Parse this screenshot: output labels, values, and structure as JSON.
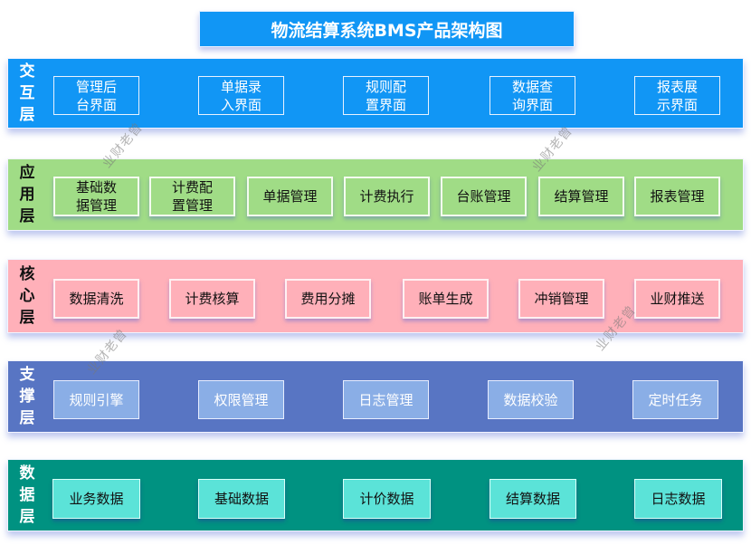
{
  "title": "物流结算系统BMS产品架构图",
  "layers": [
    {
      "label": [
        "交",
        "互",
        "层"
      ],
      "name": "交互层",
      "color": "#1196f5",
      "items": [
        "管理后台界面",
        "单据录入界面",
        "规则配置界面",
        "数据查询界面",
        "报表展示界面"
      ],
      "lines": [
        [
          "管理后",
          "台界面"
        ],
        [
          "单据录",
          "入界面"
        ],
        [
          "规则配",
          "置界面"
        ],
        [
          "数据查",
          "询界面"
        ],
        [
          "报表展",
          "示界面"
        ]
      ]
    },
    {
      "label": [
        "应",
        "用",
        "层"
      ],
      "name": "应用层",
      "color": "#a0dc86",
      "items": [
        "基础数据管理",
        "计费配置管理",
        "单据管理",
        "计费执行",
        "台账管理",
        "结算管理",
        "报表管理"
      ],
      "lines": [
        [
          "基础数",
          "据管理"
        ],
        [
          "计费配",
          "置管理"
        ],
        [
          "单据管理"
        ],
        [
          "计费执行"
        ],
        [
          "台账管理"
        ],
        [
          "结算管理"
        ],
        [
          "报表管理"
        ]
      ]
    },
    {
      "label": [
        "核",
        "心",
        "层"
      ],
      "name": "核心层",
      "color": "#ffb0b9",
      "items": [
        "数据清洗",
        "计费核算",
        "费用分摊",
        "账单生成",
        "冲销管理",
        "业财推送"
      ]
    },
    {
      "label": [
        "支",
        "撑",
        "层"
      ],
      "name": "支撑层",
      "color": "#5875c3",
      "items": [
        "规则引擎",
        "权限管理",
        "日志管理",
        "数据校验",
        "定时任务"
      ]
    },
    {
      "label": [
        "数",
        "据",
        "层"
      ],
      "name": "数据层",
      "color": "#009281",
      "items": [
        "业务数据",
        "基础数据",
        "计价数据",
        "结算数据",
        "日志数据"
      ]
    }
  ],
  "watermark": "业财老曾"
}
